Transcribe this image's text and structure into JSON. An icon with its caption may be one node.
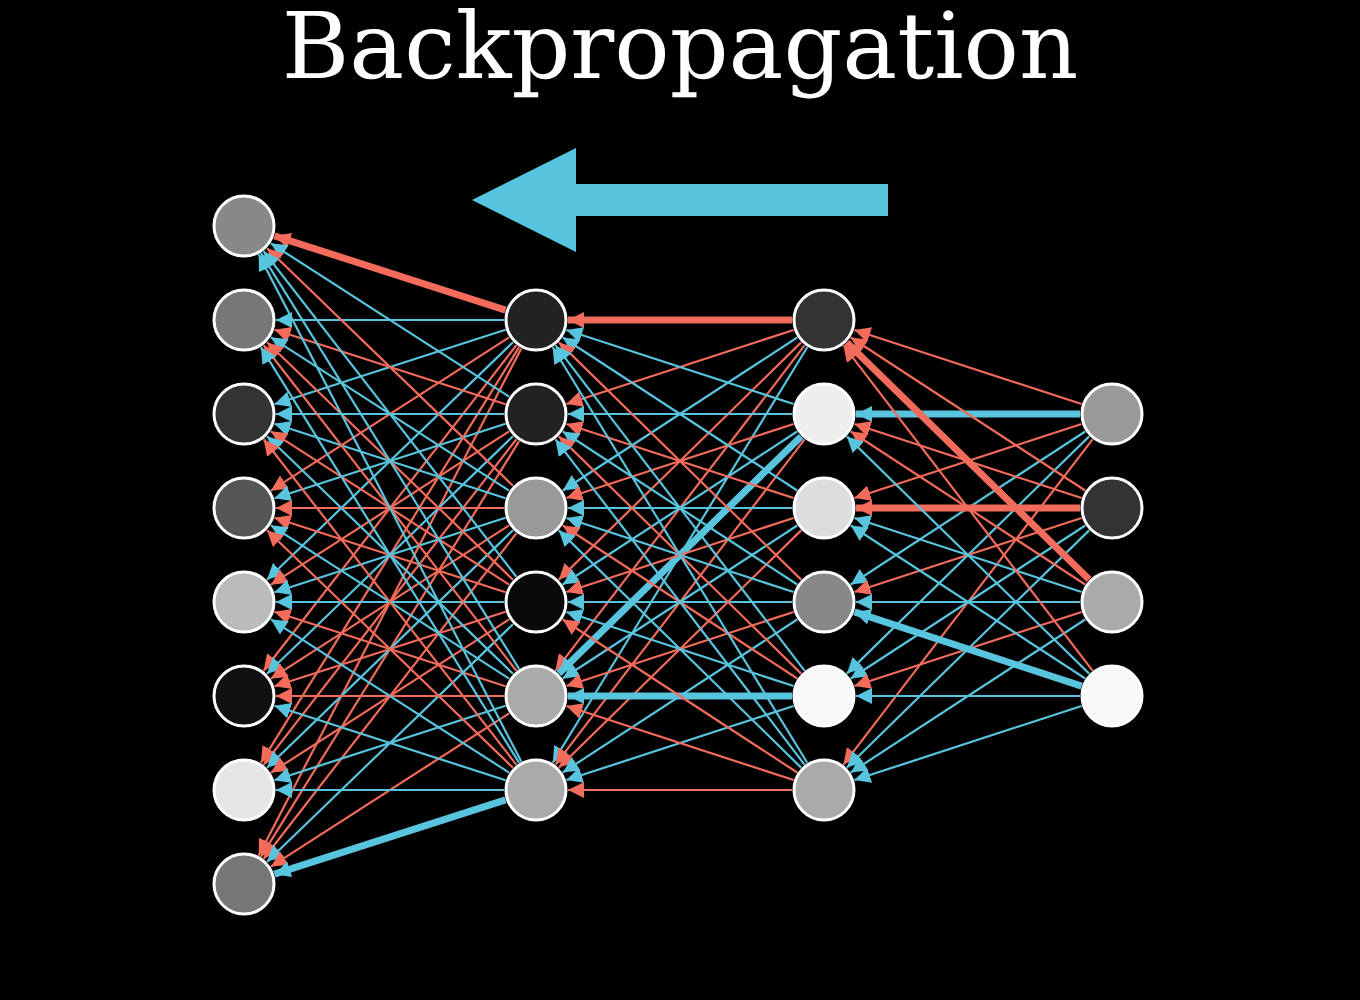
{
  "diagram": {
    "title": "Backpropagation",
    "nodes": [
      {
        "text": [],
        "shape": "circle"
      },
      {
        "text": [],
        "shape": "circle"
      },
      {
        "text": [],
        "shape": "circle"
      },
      {
        "text": [],
        "shape": "circle"
      },
      {
        "text": [],
        "shape": "circle"
      },
      {
        "text": [],
        "shape": "circle"
      },
      {
        "text": [],
        "shape": "circle"
      },
      {
        "text": [],
        "shape": "circle"
      },
      {
        "text": [],
        "shape": "circle"
      },
      {
        "text": [],
        "shape": "circle"
      },
      {
        "text": [],
        "shape": "circle"
      },
      {
        "text": [],
        "shape": "circle"
      },
      {
        "text": [],
        "shape": "circle"
      },
      {
        "text": [],
        "shape": "circle"
      },
      {
        "text": [],
        "shape": "circle"
      },
      {
        "text": [],
        "shape": "circle"
      },
      {
        "text": [],
        "shape": "circle"
      },
      {
        "text": [],
        "shape": "circle"
      },
      {
        "text": [],
        "shape": "circle"
      },
      {
        "text": [],
        "shape": "circle"
      },
      {
        "text": [],
        "shape": "circle"
      },
      {
        "text": [],
        "shape": "circle"
      },
      {
        "text": [],
        "shape": "circle"
      },
      {
        "text": [],
        "shape": "circle"
      }
    ],
    "edges": [
      {
        "from": 20,
        "to": 14,
        "arrow": "to",
        "color": "#f26b5b"
      },
      {
        "from": 20,
        "to": 15,
        "arrow": "to",
        "style": "thick"
      },
      {
        "from": 20,
        "to": 16,
        "arrow": "to",
        "color": "#f26b5b"
      },
      {
        "from": 20,
        "to": 17,
        "arrow": "to"
      },
      {
        "from": 20,
        "to": 18,
        "arrow": "to"
      },
      {
        "from": 20,
        "to": 19,
        "arrow": "to",
        "color": "#f26b5b"
      },
      {
        "from": 21,
        "to": 14,
        "arrow": "to",
        "color": "#f26b5b"
      },
      {
        "from": 21,
        "to": 15,
        "arrow": "to",
        "color": "#f26b5b"
      },
      {
        "from": 21,
        "to": 16,
        "arrow": "to",
        "color": "#f26b5b",
        "style": "thick"
      },
      {
        "from": 21,
        "to": 17,
        "arrow": "to",
        "color": "#f26b5b"
      },
      {
        "from": 21,
        "to": 18,
        "arrow": "to"
      },
      {
        "from": 21,
        "to": 19,
        "arrow": "to"
      },
      {
        "from": 22,
        "to": 14,
        "arrow": "to",
        "color": "#f26b5b",
        "style": "thick"
      },
      {
        "from": 22,
        "to": 15,
        "arrow": "to",
        "color": "#f26b5b"
      },
      {
        "from": 22,
        "to": 16,
        "arrow": "to"
      },
      {
        "from": 22,
        "to": 17,
        "arrow": "to"
      },
      {
        "from": 22,
        "to": 18,
        "arrow": "to",
        "color": "#f26b5b"
      },
      {
        "from": 22,
        "to": 19,
        "arrow": "to"
      },
      {
        "from": 23,
        "to": 14,
        "arrow": "to",
        "color": "#f26b5b"
      },
      {
        "from": 23,
        "to": 15,
        "arrow": "to"
      },
      {
        "from": 23,
        "to": 16,
        "arrow": "to"
      },
      {
        "from": 23,
        "to": 17,
        "arrow": "to",
        "style": "thick"
      },
      {
        "from": 23,
        "to": 18,
        "arrow": "to"
      },
      {
        "from": 23,
        "to": 19,
        "arrow": "to"
      },
      {
        "from": 14,
        "to": 8,
        "arrow": "to",
        "color": "#f26b5b",
        "style": "thick"
      },
      {
        "from": 14,
        "to": 9,
        "arrow": "to",
        "color": "#f26b5b"
      },
      {
        "from": 14,
        "to": 10,
        "arrow": "to"
      },
      {
        "from": 14,
        "to": 11,
        "arrow": "to",
        "color": "#f26b5b"
      },
      {
        "from": 14,
        "to": 12,
        "arrow": "to",
        "color": "#f26b5b"
      },
      {
        "from": 14,
        "to": 13,
        "arrow": "to"
      },
      {
        "from": 15,
        "to": 8,
        "arrow": "to"
      },
      {
        "from": 15,
        "to": 9,
        "arrow": "to"
      },
      {
        "from": 15,
        "to": 10,
        "arrow": "to",
        "color": "#f26b5b"
      },
      {
        "from": 15,
        "to": 11,
        "arrow": "to"
      },
      {
        "from": 15,
        "to": 12,
        "arrow": "to",
        "style": "thick"
      },
      {
        "from": 15,
        "to": 13,
        "arrow": "to",
        "color": "#f26b5b"
      },
      {
        "from": 16,
        "to": 8,
        "arrow": "to"
      },
      {
        "from": 16,
        "to": 9,
        "arrow": "to",
        "color": "#f26b5b"
      },
      {
        "from": 16,
        "to": 10,
        "arrow": "to"
      },
      {
        "from": 16,
        "to": 11,
        "arrow": "to",
        "color": "#f26b5b"
      },
      {
        "from": 16,
        "to": 12,
        "arrow": "to"
      },
      {
        "from": 16,
        "to": 13,
        "arrow": "to",
        "color": "#f26b5b"
      },
      {
        "from": 17,
        "to": 8,
        "arrow": "to",
        "color": "#f26b5b"
      },
      {
        "from": 17,
        "to": 9,
        "arrow": "to"
      },
      {
        "from": 17,
        "to": 10,
        "arrow": "to"
      },
      {
        "from": 17,
        "to": 11,
        "arrow": "to"
      },
      {
        "from": 17,
        "to": 12,
        "arrow": "to",
        "color": "#f26b5b"
      },
      {
        "from": 17,
        "to": 13,
        "arrow": "to"
      },
      {
        "from": 18,
        "to": 8,
        "arrow": "to"
      },
      {
        "from": 18,
        "to": 9,
        "arrow": "to",
        "color": "#f26b5b"
      },
      {
        "from": 18,
        "to": 10,
        "arrow": "to",
        "color": "#f26b5b"
      },
      {
        "from": 18,
        "to": 11,
        "arrow": "to"
      },
      {
        "from": 18,
        "to": 12,
        "arrow": "to",
        "style": "thick"
      },
      {
        "from": 18,
        "to": 13,
        "arrow": "to"
      },
      {
        "from": 19,
        "to": 8,
        "arrow": "to"
      },
      {
        "from": 19,
        "to": 9,
        "arrow": "to"
      },
      {
        "from": 19,
        "to": 10,
        "arrow": "to"
      },
      {
        "from": 19,
        "to": 11,
        "arrow": "to",
        "color": "#f26b5b"
      },
      {
        "from": 19,
        "to": 12,
        "arrow": "to",
        "color": "#f26b5b"
      },
      {
        "from": 19,
        "to": 13,
        "arrow": "to",
        "color": "#f26b5b"
      },
      {
        "from": 8,
        "to": 0,
        "arrow": "to",
        "color": "#f26b5b",
        "style": "thick"
      },
      {
        "from": 8,
        "to": 1,
        "arrow": "to"
      },
      {
        "from": 8,
        "to": 2,
        "arrow": "to"
      },
      {
        "from": 8,
        "to": 3,
        "arrow": "to",
        "color": "#f26b5b"
      },
      {
        "from": 8,
        "to": 4,
        "arrow": "to"
      },
      {
        "from": 8,
        "to": 5,
        "arrow": "to",
        "color": "#f26b5b"
      },
      {
        "from": 8,
        "to": 6,
        "arrow": "to",
        "color": "#f26b5b"
      },
      {
        "from": 8,
        "to": 7,
        "arrow": "to",
        "color": "#f26b5b"
      },
      {
        "from": 9,
        "to": 0,
        "arrow": "to"
      },
      {
        "from": 9,
        "to": 1,
        "arrow": "to",
        "color": "#f26b5b"
      },
      {
        "from": 9,
        "to": 2,
        "arrow": "to"
      },
      {
        "from": 9,
        "to": 3,
        "arrow": "to"
      },
      {
        "from": 9,
        "to": 4,
        "arrow": "to",
        "color": "#f26b5b"
      },
      {
        "from": 9,
        "to": 5,
        "arrow": "to"
      },
      {
        "from": 9,
        "to": 6,
        "arrow": "to",
        "color": "#f26b5b"
      },
      {
        "from": 9,
        "to": 7,
        "arrow": "to",
        "color": "#f26b5b"
      },
      {
        "from": 10,
        "to": 0,
        "arrow": "to",
        "color": "#f26b5b"
      },
      {
        "from": 10,
        "to": 1,
        "arrow": "to"
      },
      {
        "from": 10,
        "to": 2,
        "arrow": "to"
      },
      {
        "from": 10,
        "to": 3,
        "arrow": "to",
        "color": "#f26b5b"
      },
      {
        "from": 10,
        "to": 4,
        "arrow": "to"
      },
      {
        "from": 10,
        "to": 5,
        "arrow": "to",
        "color": "#f26b5b"
      },
      {
        "from": 10,
        "to": 6,
        "arrow": "to"
      },
      {
        "from": 10,
        "to": 7,
        "arrow": "to",
        "color": "#f26b5b"
      },
      {
        "from": 11,
        "to": 0,
        "arrow": "to"
      },
      {
        "from": 11,
        "to": 1,
        "arrow": "to",
        "color": "#f26b5b"
      },
      {
        "from": 11,
        "to": 2,
        "arrow": "to",
        "color": "#f26b5b"
      },
      {
        "from": 11,
        "to": 3,
        "arrow": "to",
        "color": "#f26b5b"
      },
      {
        "from": 11,
        "to": 4,
        "arrow": "to"
      },
      {
        "from": 11,
        "to": 5,
        "arrow": "to",
        "color": "#f26b5b"
      },
      {
        "from": 11,
        "to": 6,
        "arrow": "to",
        "color": "#f26b5b"
      },
      {
        "from": 11,
        "to": 7,
        "arrow": "to"
      },
      {
        "from": 12,
        "to": 0,
        "arrow": "to"
      },
      {
        "from": 12,
        "to": 1,
        "arrow": "to",
        "color": "#f26b5b"
      },
      {
        "from": 12,
        "to": 2,
        "arrow": "to"
      },
      {
        "from": 12,
        "to": 3,
        "arrow": "to"
      },
      {
        "from": 12,
        "to": 4,
        "arrow": "to",
        "color": "#f26b5b"
      },
      {
        "from": 12,
        "to": 5,
        "arrow": "to",
        "color": "#f26b5b"
      },
      {
        "from": 12,
        "to": 6,
        "arrow": "to"
      },
      {
        "from": 12,
        "to": 7,
        "arrow": "to",
        "color": "#f26b5b"
      },
      {
        "from": 13,
        "to": 0,
        "arrow": "to"
      },
      {
        "from": 13,
        "to": 1,
        "arrow": "to"
      },
      {
        "from": 13,
        "to": 2,
        "arrow": "to",
        "color": "#f26b5b"
      },
      {
        "from": 13,
        "to": 3,
        "arrow": "to",
        "color": "#f26b5b"
      },
      {
        "from": 13,
        "to": 4,
        "arrow": "to"
      },
      {
        "from": 13,
        "to": 5,
        "arrow": "to"
      },
      {
        "from": 13,
        "to": 6,
        "arrow": "to"
      },
      {
        "from": 13,
        "to": 7,
        "arrow": "to",
        "style": "thick"
      }
    ]
  }
}
